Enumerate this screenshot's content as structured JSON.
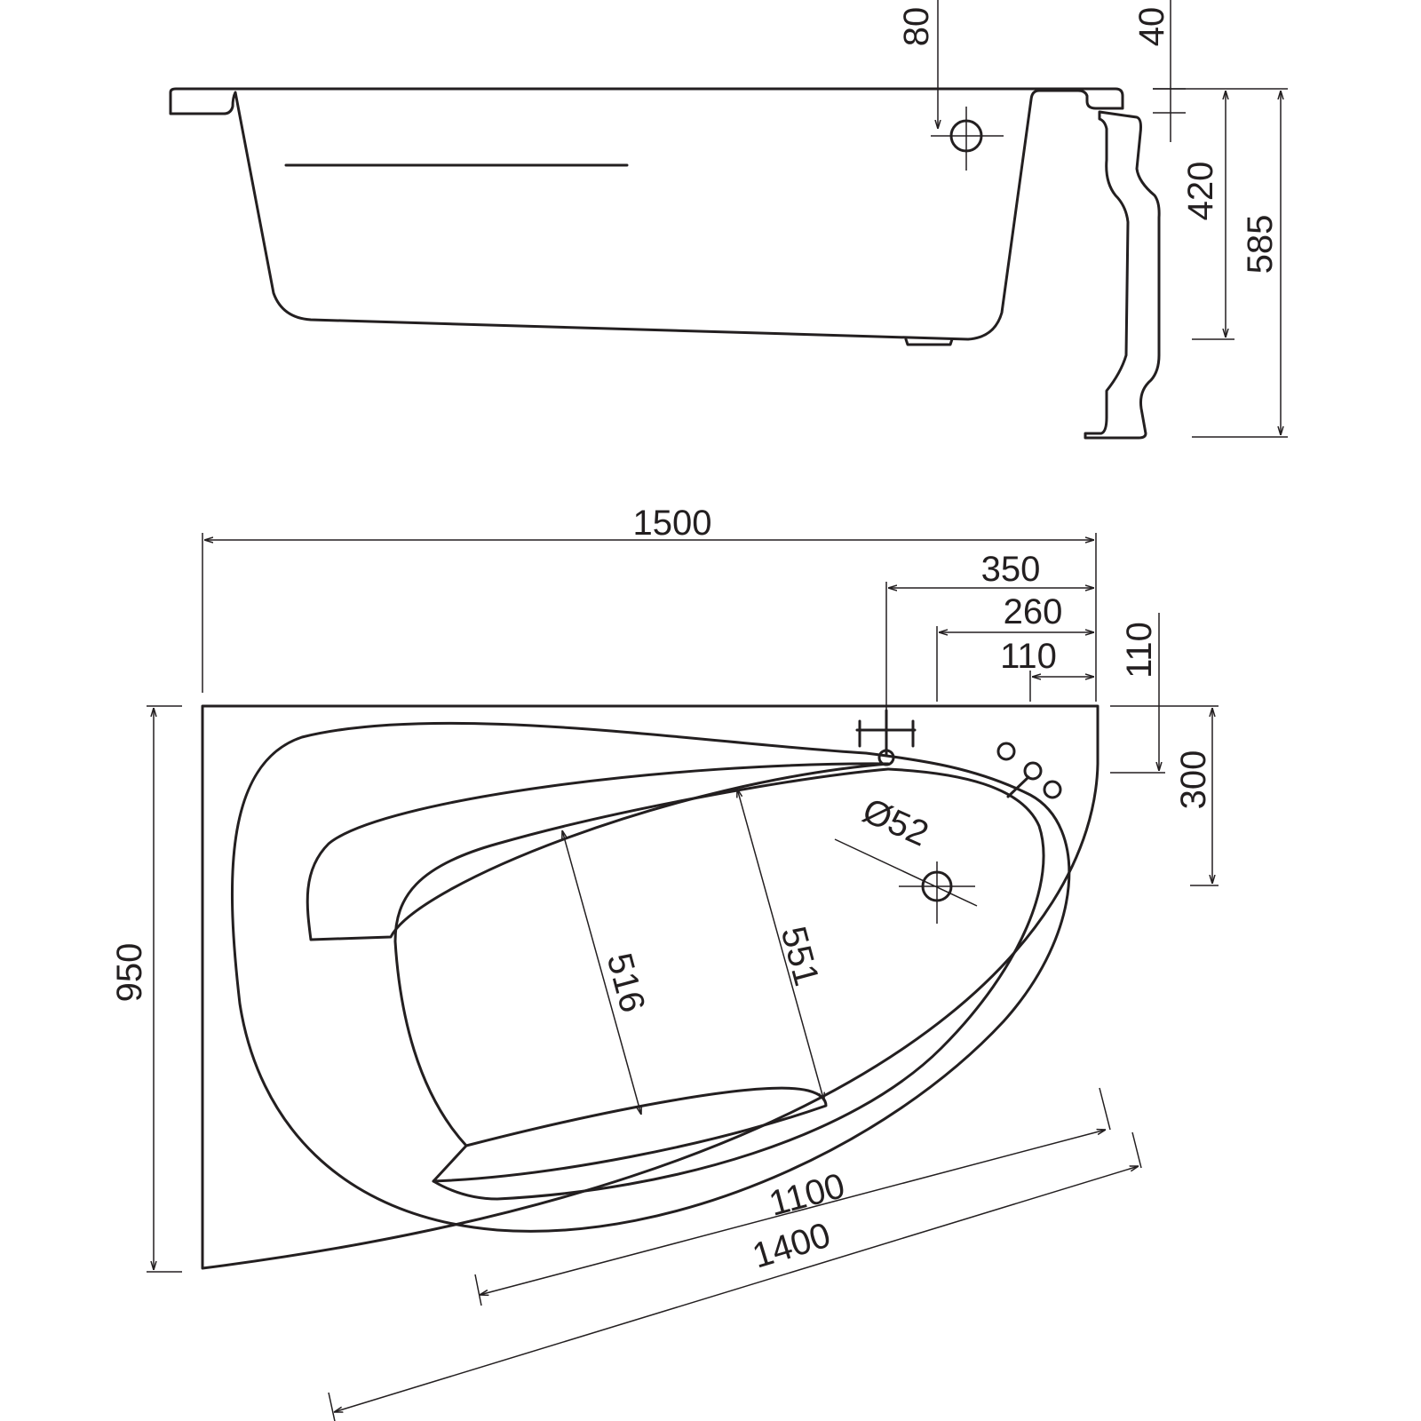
{
  "title": "Corner bathtub technical drawing",
  "colors": {
    "line": "#231f20",
    "background": "#ffffff"
  },
  "side_view": {
    "dim_80": "80",
    "dim_40": "40",
    "dim_420": "420",
    "dim_585": "585"
  },
  "top_view": {
    "dim_1500": "1500",
    "dim_350": "350",
    "dim_260": "260",
    "dim_110_h": "110",
    "dim_110_v": "110",
    "dim_300": "300",
    "dim_950": "950",
    "dim_drain": "Ø52",
    "dim_516": "516",
    "dim_551": "551",
    "dim_1100": "1100",
    "dim_1400": "1400"
  }
}
